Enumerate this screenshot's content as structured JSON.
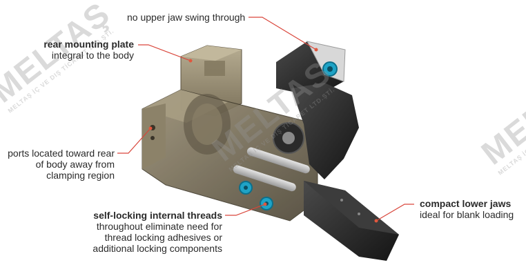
{
  "callouts": {
    "upper_jaw": "no upper jaw swing through",
    "rear_plate_title": "rear mounting plate",
    "rear_plate_sub": "integral to the body",
    "ports": [
      "ports located toward rear",
      "of body away from",
      "clamping region"
    ],
    "threads_title": "self-locking internal threads",
    "threads_sub": [
      "throughout eliminate need for",
      "thread locking adhesives or",
      "additional locking components"
    ],
    "lower_jaws_title": "compact lower jaws",
    "lower_jaws_sub": "ideal for blank loading"
  },
  "watermark": {
    "brand": "MELTAS",
    "brand_left": "MELTAŞ",
    "brand_right": "MELTA",
    "tagline": "MELTAŞ İÇ VE DIŞ TİCARET LTD.ŞTİ.",
    "tagline_left": "MELTAŞ İÇ VE DIŞ TİCARET LTD.ŞTİ.",
    "tagline_right": "MELTAŞ İÇ V"
  },
  "colors": {
    "leader_line": "#d9453a",
    "marker_dot": "#e0573e",
    "body_bronze": "#6e6550",
    "jaw_black": "#2b2b2b",
    "screw_teal": "#1fa3c6"
  }
}
